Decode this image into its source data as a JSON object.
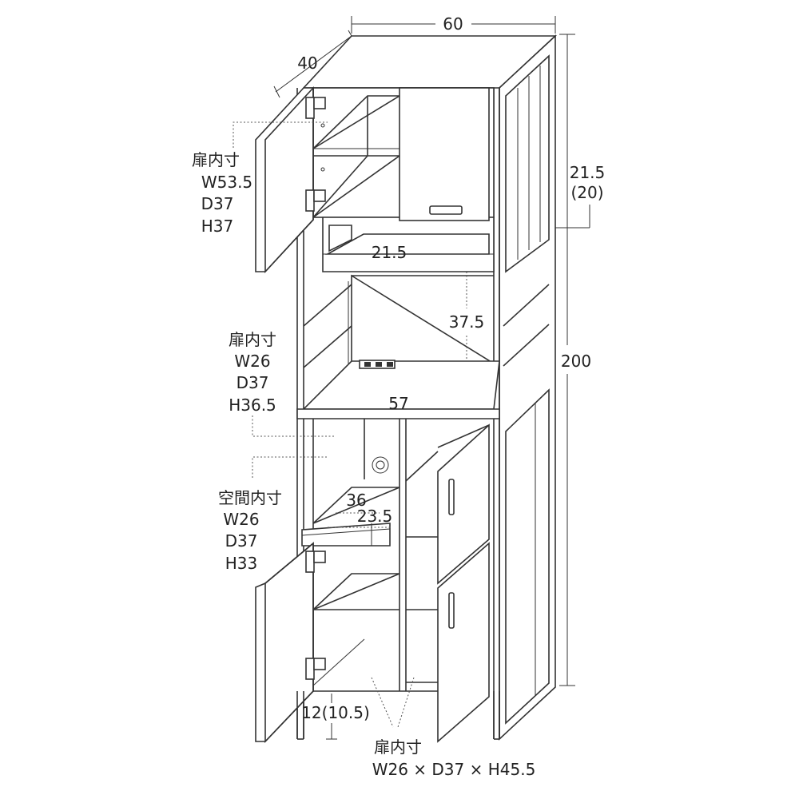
{
  "dimensions": {
    "width": "60",
    "depth": "40",
    "height": "200",
    "upper_space_height": "21.5",
    "upper_space_height_alt": "(20)",
    "upper_shelf_depth": "21.5",
    "middle_space_height": "37.5",
    "middle_inner_width": "57",
    "drawer_depth": "36",
    "drawer_width": "23.5",
    "floor_clearance": "12(10.5)"
  },
  "annotations": {
    "upper_door": {
      "title": "扉内寸",
      "w": "W53.5",
      "d": "D37",
      "h": "H37"
    },
    "middle_door": {
      "title": "扉内寸",
      "w": "W26",
      "d": "D37",
      "h": "H36.5"
    },
    "space": {
      "title": "空間内寸",
      "w": "W26",
      "d": "D37",
      "h": "H33"
    },
    "lower_door": {
      "title": "扉内寸",
      "size": "W26 × D37 × H45.5"
    }
  }
}
